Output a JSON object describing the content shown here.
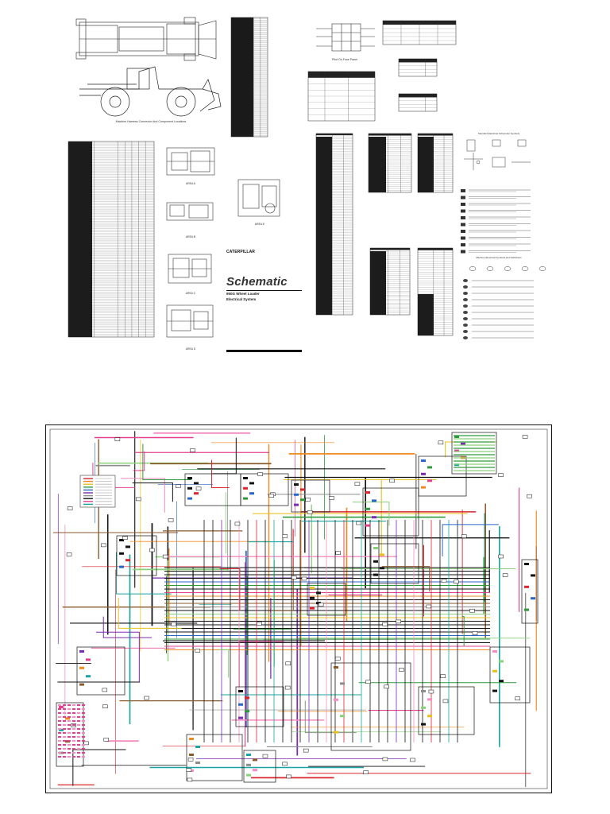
{
  "top_sheet": {
    "harness_caption": "Machine Harness Connector And Component Locations",
    "fuse_caption": "Pilot On Fuse Panel",
    "areas": [
      "AREA A",
      "AREA B",
      "AREA C",
      "AREA D",
      "AREA E"
    ],
    "brand": "CATERPILLAR",
    "title": "Schematic",
    "subtitle_line1": "950G Wheel Loader",
    "subtitle_line2": "Electrical System",
    "symbols_heading": "Standard Electrical Schematic Symbols",
    "harness_heading": "Machine Electrical Symbols and Definitions"
  },
  "colors": {
    "black": "#111111",
    "red": "#d8262e",
    "blue": "#2a66c8",
    "green": "#2e9a3c",
    "purple": "#7a2bb0",
    "magenta": "#e0408e",
    "orange": "#f08a20",
    "yellow": "#e8c020",
    "teal": "#1aa3a0",
    "brown": "#8a5a2a",
    "gray": "#8c8c8c",
    "pink": "#f48cc2",
    "lightgreen": "#8ad07a"
  }
}
